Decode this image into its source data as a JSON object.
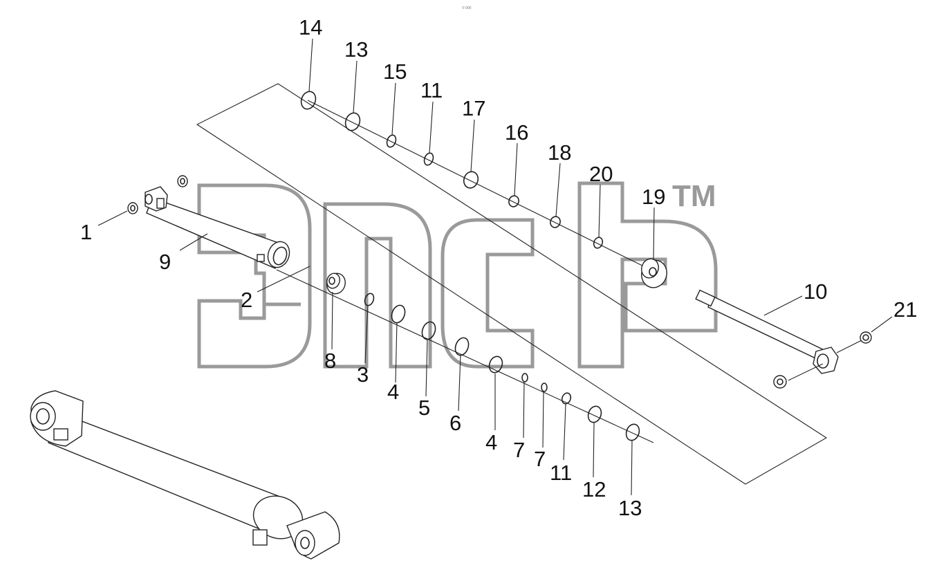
{
  "header": {
    "tiny_text": "© 000"
  },
  "watermark": {
    "trademark": "TM"
  },
  "callouts": {
    "c1": "1",
    "c2": "2",
    "c3": "3",
    "c4a": "4",
    "c4b": "4",
    "c5": "5",
    "c6": "6",
    "c7a": "7",
    "c7b": "7",
    "c8": "8",
    "c9": "9",
    "c10": "10",
    "c11a": "11",
    "c11b": "11",
    "c12": "12",
    "c13a": "13",
    "c13b": "13",
    "c14": "14",
    "c15": "15",
    "c16": "16",
    "c17": "17",
    "c18": "18",
    "c19": "19",
    "c20": "20",
    "c21": "21"
  }
}
